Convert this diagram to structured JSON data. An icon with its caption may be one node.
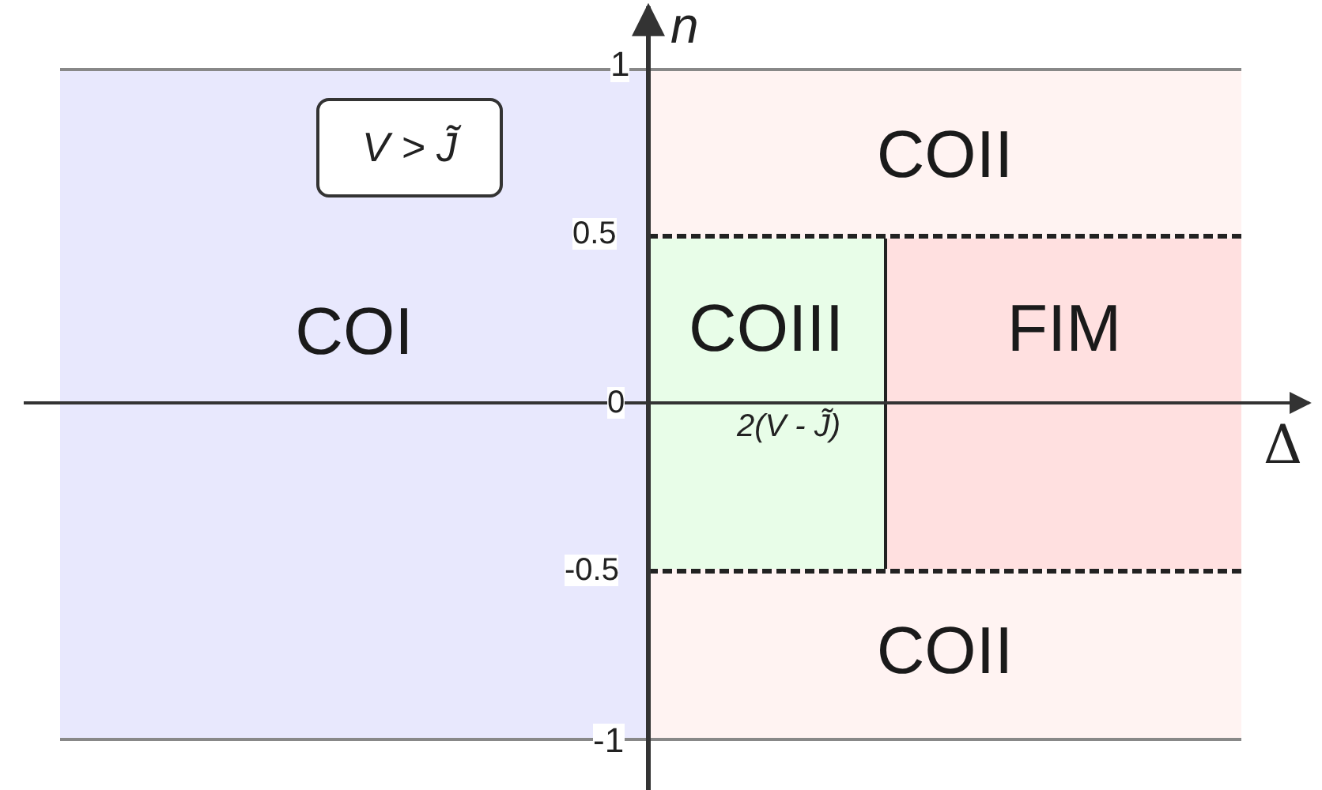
{
  "diagram": {
    "nodes": [
      {
        "text": [
          "COI"
        ]
      },
      {
        "text": [
          "V > J̃"
        ],
        "in": 0
      },
      {
        "text": [
          "COII"
        ]
      },
      {
        "text": [
          "COIII"
        ]
      },
      {
        "text": [
          "FIM"
        ]
      },
      {
        "text": [
          "COII"
        ]
      }
    ],
    "labels": [
      "n",
      "1",
      "0.5",
      "0",
      "2(V - J̃)",
      "Δ",
      "-0.5",
      "-1"
    ]
  }
}
